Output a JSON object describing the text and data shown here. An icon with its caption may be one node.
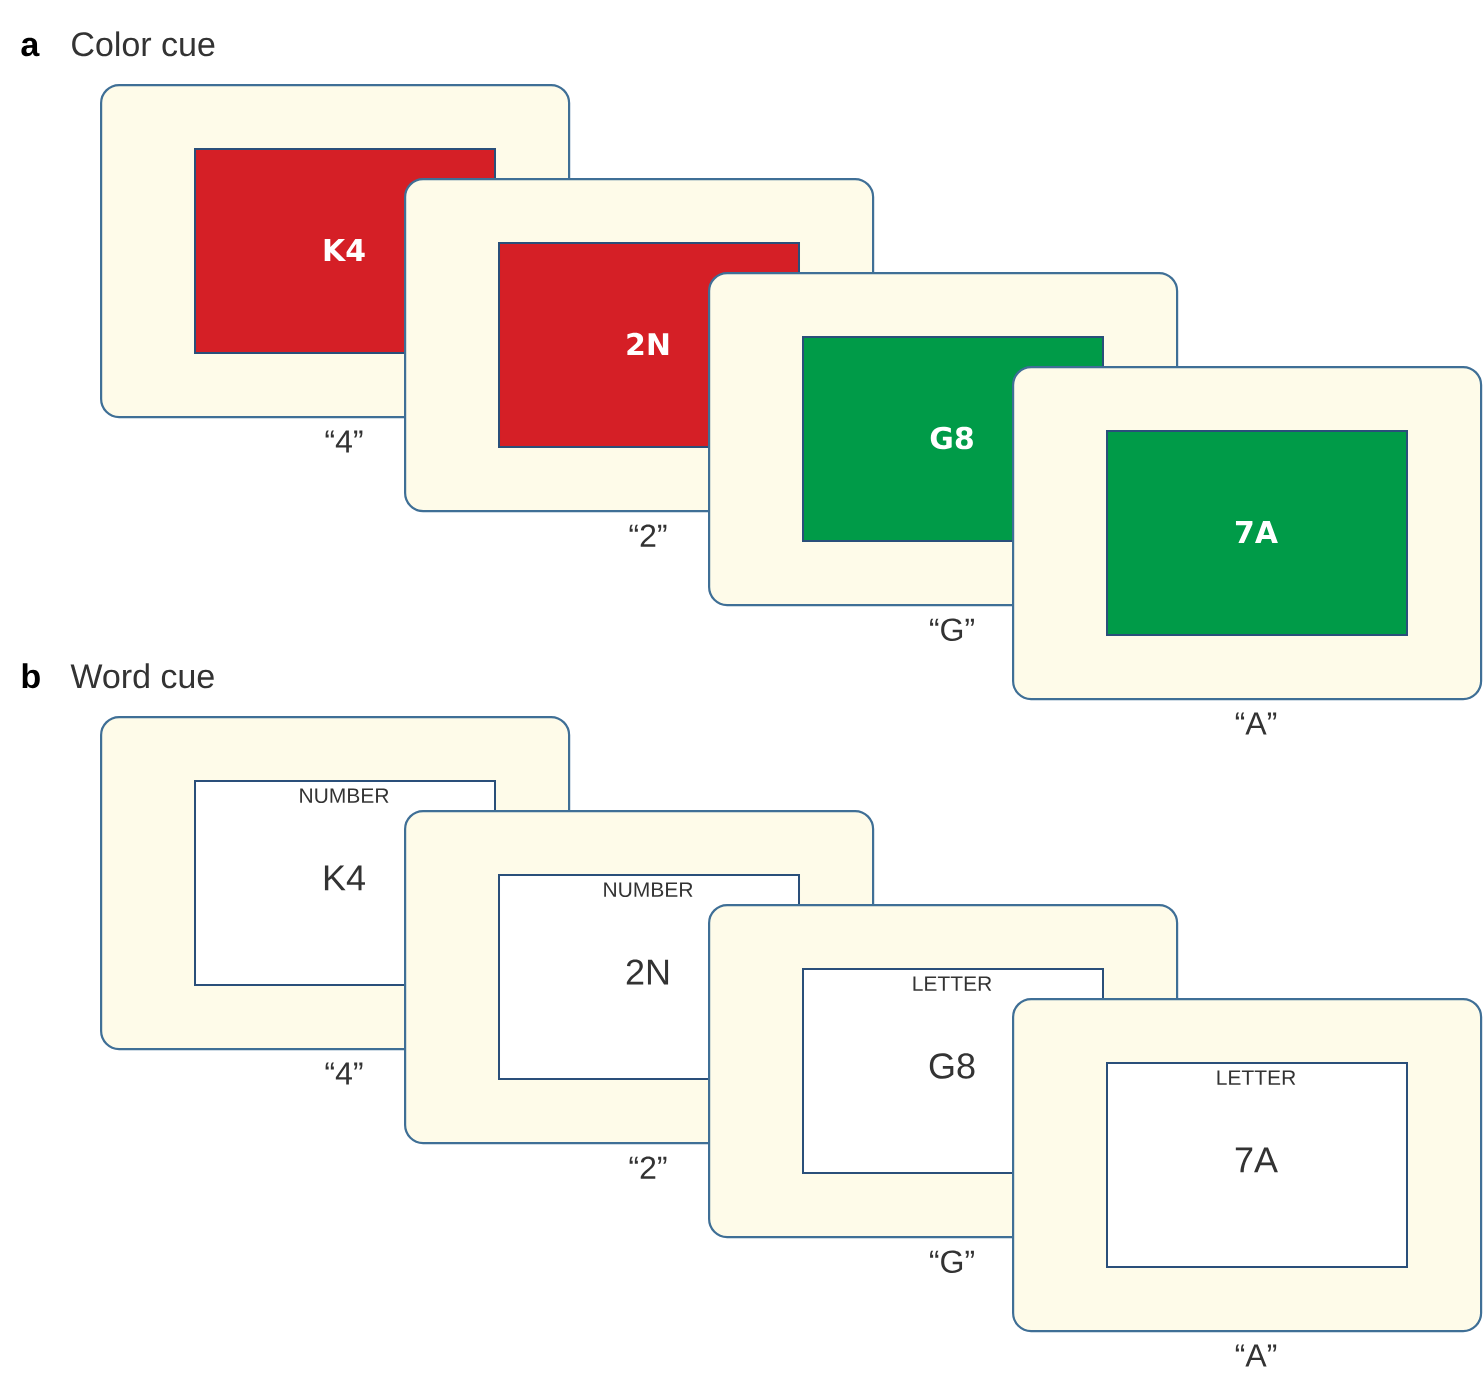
{
  "diagram": {
    "nodes": [
      {
        "text": [],
        "shape": "box",
        "beside": [
          "“4”"
        ]
      },
      {
        "text": [
          "K4"
        ],
        "in": 0
      },
      {
        "text": [],
        "shape": "box",
        "beside": [
          "“2”"
        ]
      },
      {
        "text": [
          "2N"
        ],
        "in": 2
      },
      {
        "text": [],
        "shape": "box",
        "beside": [
          "“G”"
        ]
      },
      {
        "text": [
          "G8"
        ],
        "in": 4
      },
      {
        "text": [],
        "shape": "box",
        "beside": [
          "“A”"
        ]
      },
      {
        "text": [
          "7A"
        ],
        "in": 6
      },
      {
        "text": [],
        "shape": "box",
        "beside": [
          "“4”"
        ]
      },
      {
        "text": [
          "NUMBER",
          "K4"
        ],
        "in": 8
      },
      {
        "text": [],
        "shape": "box",
        "beside": [
          "“2”"
        ]
      },
      {
        "text": [
          "NUMBER",
          "2N"
        ],
        "in": 10
      },
      {
        "text": [],
        "shape": "box",
        "beside": [
          "“G”"
        ]
      },
      {
        "text": [
          "LETTER",
          "G8"
        ],
        "in": 12
      },
      {
        "text": [],
        "shape": "box",
        "beside": [
          "“A”"
        ]
      },
      {
        "text": [
          "LETTER",
          "7A"
        ],
        "in": 14
      }
    ],
    "labels": [
      "a",
      "Color cue",
      "b",
      "Word cue"
    ]
  }
}
